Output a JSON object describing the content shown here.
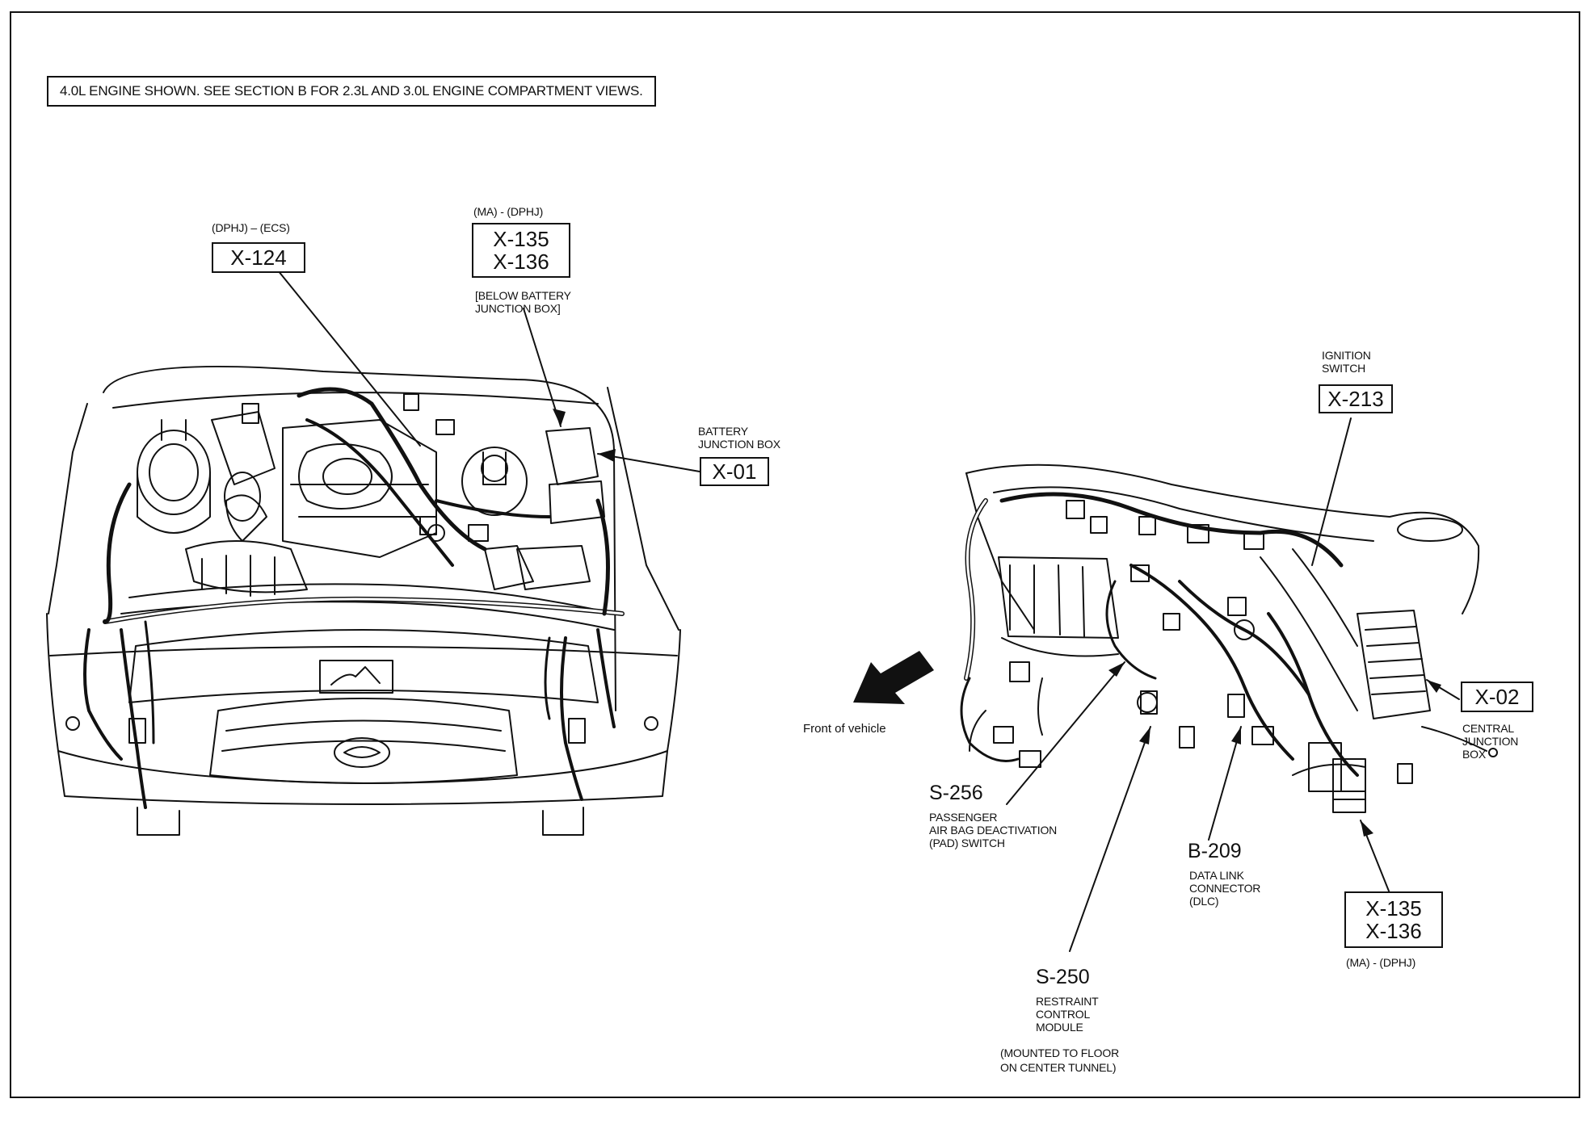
{
  "note": "4.0L ENGINE SHOWN. SEE SECTION B FOR 2.3L AND 3.0L ENGINE COMPARTMENT VIEWS.",
  "engine_labels": {
    "x124_qualifier": "(DPHJ) – (ECS)",
    "x124": "X-124",
    "x135_top_qualifier": "(MA) - (DPHJ)",
    "x135_top_line1": "X-135",
    "x135_top_line2": "X-136",
    "below_line1": "[BELOW BATTERY",
    "below_line2": "JUNCTION BOX]",
    "battery_line1": "BATTERY",
    "battery_line2": "JUNCTION BOX",
    "x01": "X-01"
  },
  "dash_labels": {
    "ignition_line1": "IGNITION",
    "ignition_line2": "SWITCH",
    "x213": "X-213",
    "x02": "X-02",
    "central_line1": "CENTRAL",
    "central_line2": "JUNCTION",
    "central_line3": "BOX",
    "front_of_vehicle": "Front of vehicle",
    "s256": "S-256",
    "s256_line1": "PASSENGER",
    "s256_line2": "AIR BAG DEACTIVATION",
    "s256_line3": "(PAD) SWITCH",
    "b209": "B-209",
    "b209_line1": "DATA LINK",
    "b209_line2": "CONNECTOR",
    "b209_line3": "(DLC)",
    "x135_bottom_line1": "X-135",
    "x135_bottom_line2": "X-136",
    "x135_bottom_qualifier": "(MA) - (DPHJ)",
    "s250": "S-250",
    "s250_line1": "RESTRAINT",
    "s250_line2": "CONTROL",
    "s250_line3": "MODULE",
    "s250_line4": "(MOUNTED TO FLOOR",
    "s250_line5": "ON CENTER TUNNEL)"
  }
}
